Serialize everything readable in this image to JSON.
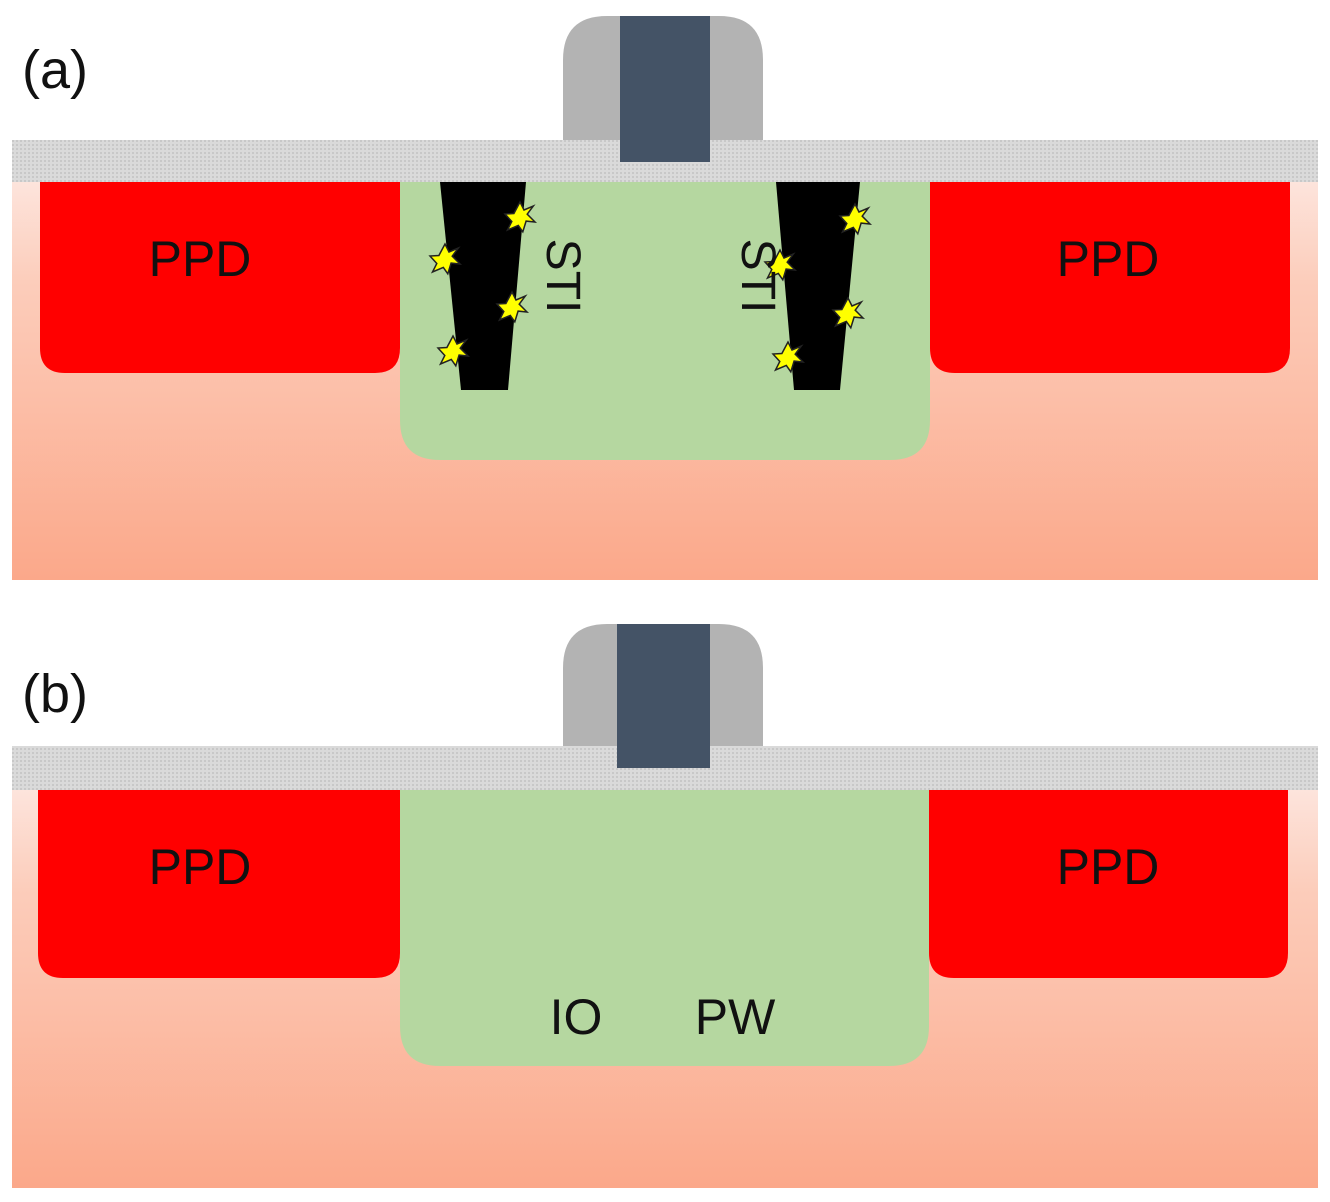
{
  "panel_a": {
    "tag": "(a)",
    "ppd_left": "PPD",
    "ppd_right": "PPD",
    "sti_left": "STI",
    "sti_right": "STI"
  },
  "panel_b": {
    "tag": "(b)",
    "ppd_left": "PPD",
    "ppd_right": "PPD",
    "io_label": "IO",
    "pw_label": "PW"
  },
  "colors": {
    "substrate_top": "#fde4dc",
    "substrate_bottom": "#fba88a",
    "ppd": "#ff0000",
    "well": "#b5d7a0",
    "oxide": "#d9d9d9",
    "spacer": "#b3b3b3",
    "gate": "#445366",
    "sti": "#000000",
    "defect": "#ffff00"
  }
}
